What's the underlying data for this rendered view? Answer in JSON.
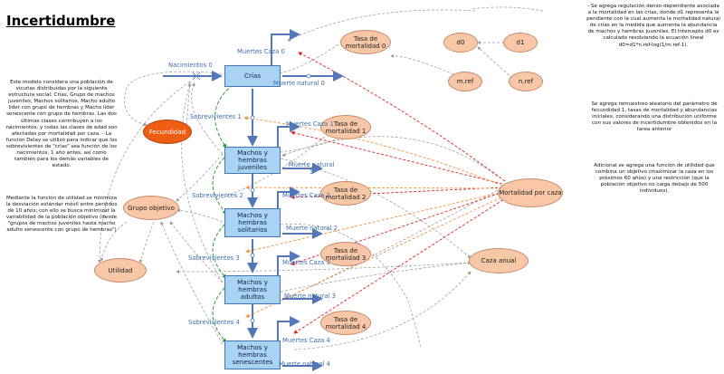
{
  "title": "Incertidumbre",
  "notes": {
    "left_model": "Este modelo considera una población de vicuñas distribuidas por la siguiente estructura social: Crías, Grupo de machos juveniles, Machos solitarios, Macho adulto líder con grupo de hembras y Macho líder senescente con grupo de hembras. Las dos últimas clases contribuyen a los nacimientos, y todas las clases de edad son afectadas por mortalidad por caza. - La función Delay se utilizó para indicar que los sobrevivientes de \"crías\" sea función de los nacimientos, 1 año antes, así como también para los demás variables de estado.",
    "left_utility": "Mediante la función de utilidad se minimiza la desviación estándar móvil entre periodos de 10 años; con ello se busca minimizar la variabilidad de la población objetivo (desde \"grupos de machos juveniles hasta macho adulto senescente con grupo de hembras\")",
    "top_right": "- Se agrega regulación denso-dependiente asociada a la mortalidad en las crías, donde d1 representa la pendiente con la cual aumenta la mortalidad natural de crías en la medida que aumenta la abundancia de machos y hembras juveniles. El intercepto d0 es calculado resolviendo la ecuación lineal d0=d1*n.ref-log(1/m.ref-1).",
    "mid_right": "Se agrega remuestreo aleatorio del parámetro de fecundidad 1, tasas de mortalidad y abundancias iniciales, considerando una distribución uniforme con sus valores de incertidumbre obtenidos en la tarea anterior",
    "bottom_right": "Adicional se agrega una función de utilidad que combina un objetivo (maximizar la caza en los próximos 60 años) y una restricción (que la población objetivo no caiga debajo de 500 individuos)."
  },
  "stocks": {
    "crias": "Crías",
    "juveniles": "Machos y hembras juveniles",
    "solitarios": "Machos y hembras solitarios",
    "adultos": "Machos y hembras adultos",
    "senescentes": "Machos y hembras senescentes"
  },
  "auxiliaries": {
    "tasa0": "Tasa de mortalidad 0",
    "d0": "d0",
    "d1": "d1",
    "mref": "m.ref",
    "nref": "n.ref",
    "tasa1": "Tasa de mortalidad 1",
    "tasa2": "Tasa de mortalidad 2",
    "tasa3": "Tasa de mortalidad 3",
    "tasa4": "Tasa de mortalidad 4",
    "fecundidad": "Fecundidad",
    "grupo_objetivo": "Grupo objetivo",
    "utilidad": "Utilidad",
    "mortalidad_caza": "Mortalidad por caza",
    "caza_anual": "Caza anual"
  },
  "flows": {
    "nacimientos": "Nacimientos 0",
    "caza0": "Muertes Caza 0",
    "natural0": "Muerte natural 0",
    "caza1": "Muertes Caza 1",
    "natural1": "Muerte natural 1",
    "caza2": "Muertes Caza 2",
    "natural2": "Muerte natural 2",
    "caza3": "Muertes Caza 3",
    "natural3": "Muerte natural 3",
    "caza4": "Muertes Caza 4",
    "natural4": "Muerte natural 4"
  },
  "transitions": {
    "sob1": "Sobrevivientes 1",
    "sob2": "Sobrevivientes 2",
    "sob3": "Sobrevivientes 3",
    "sob4": "Sobrevivientes 4"
  },
  "colors": {
    "stock_fill": "#a9d2f3",
    "flow": "#5577b8",
    "aux_fill": "#f7c7a8",
    "fecundidad_fill": "#ee5d14",
    "link_gray": "#a0a0a0",
    "link_red": "#e02424",
    "link_orange": "#f0933a",
    "delay_green": "#2f9e2f"
  }
}
